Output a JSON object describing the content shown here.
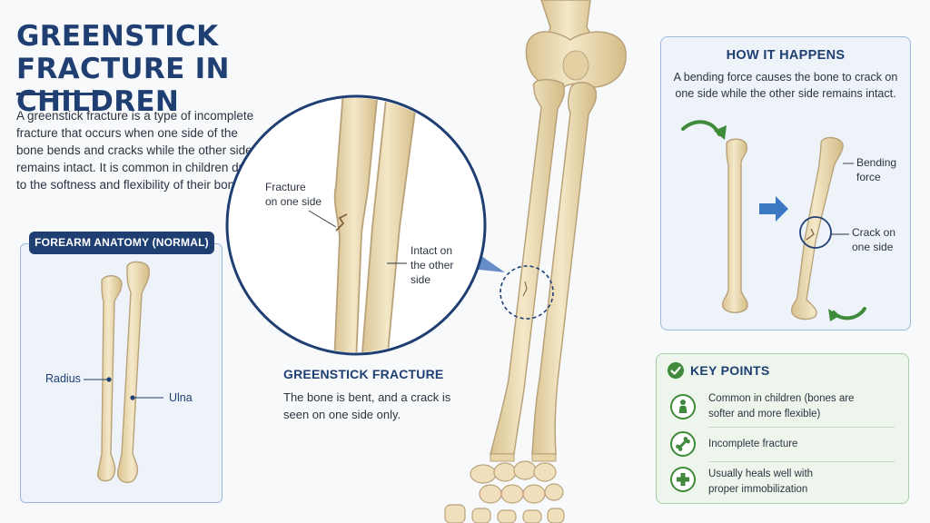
{
  "header": {
    "title": "GREENSTICK FRACTURE IN CHILDREN",
    "intro": "A greenstick fracture is a type of incomplete fracture that occurs when one side of the bone bends and cracks while the other side remains intact. It is common in children due to the softness and flexibility of their bones."
  },
  "anatomy": {
    "tag": "FOREARM ANATOMY (NORMAL)",
    "radius_label": "Radius",
    "ulna_label": "Ulna"
  },
  "zoom": {
    "fracture_label_1": "Fracture",
    "fracture_label_2": "on one side",
    "intact_label_1": "Intact on",
    "intact_label_2": "the other",
    "intact_label_3": "side"
  },
  "greenstick": {
    "title": "GREENSTICK FRACTURE",
    "desc": "The bone is bent, and a crack is seen on one side only."
  },
  "how": {
    "title": "HOW IT HAPPENS",
    "desc": "A bending force causes the bone to crack on one side while the other side remains intact.",
    "bending_label_1": "Bending",
    "bending_label_2": "force",
    "crack_label_1": "Crack on",
    "crack_label_2": "one side"
  },
  "key_points": {
    "title": "KEY POINTS",
    "items": [
      {
        "text_1": "Common in children (bones are",
        "text_2": "softer and more flexible)",
        "icon": "child-icon"
      },
      {
        "text_1": "Incomplete fracture",
        "text_2": "",
        "icon": "bone-icon"
      },
      {
        "text_1": "Usually heals well with",
        "text_2": "proper immobilization",
        "icon": "medical-cross-icon"
      }
    ]
  },
  "colors": {
    "navy": "#1f3f73",
    "bone": "#ecdcb4",
    "bone_outline": "#b9a27a",
    "green": "#3f8a3b",
    "arrow_blue": "#3a78c4"
  }
}
